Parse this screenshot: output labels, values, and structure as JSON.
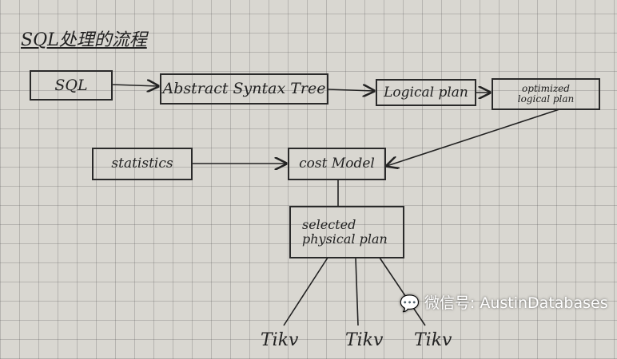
{
  "title": "SQL处理的流程",
  "nodes": {
    "sql": "SQL",
    "ast": "Abstract Syntax Tree",
    "logical": "Logical plan",
    "optimized": "optimized logical plan",
    "statistics": "statistics",
    "cost": "cost Model",
    "selected": "selected physical plan",
    "tikv1": "Tikv",
    "tikv2": "Tikv",
    "tikv3": "Tikv"
  },
  "watermark": "微信号: AustinDatabases"
}
